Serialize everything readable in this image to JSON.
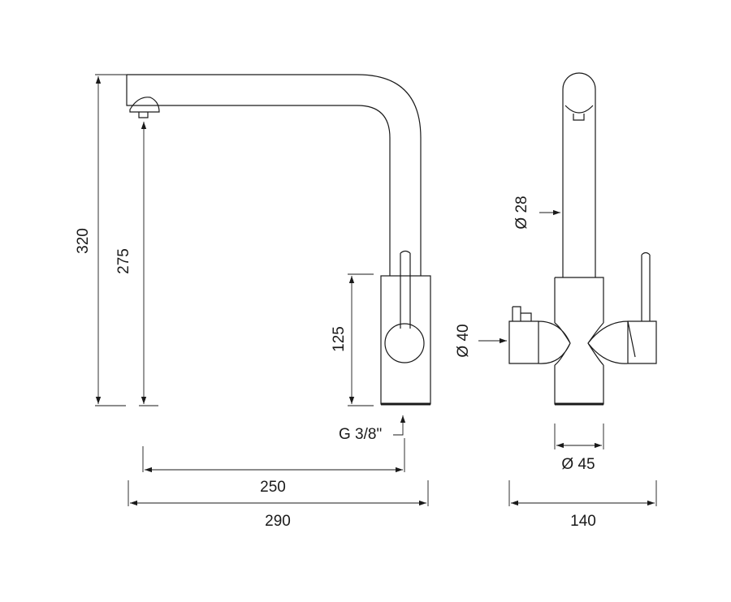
{
  "dimensions": {
    "height_total": "320",
    "spout_height": "275",
    "base_height": "125",
    "thread": "G 3/8\"",
    "reach": "250",
    "width_side": "290",
    "spout_diameter": "Ø 28",
    "body_diameter": "Ø 40",
    "base_diameter": "Ø 45",
    "width_front": "140"
  }
}
